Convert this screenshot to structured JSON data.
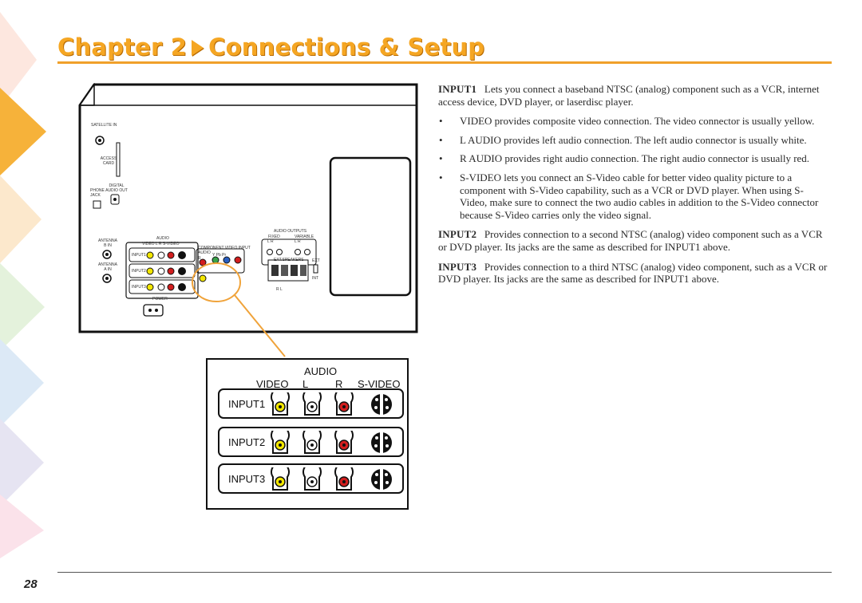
{
  "header": {
    "chapter": "Chapter 2",
    "section": "Connections & Setup",
    "accent_color": "#f5a623"
  },
  "page_number": "28",
  "body": {
    "input1_term": "INPUT1",
    "input1_text": "Lets you connect a baseband NTSC (analog) component such as a VCR, internet access device, DVD player, or laserdisc player.",
    "bullets": [
      "VIDEO provides composite video connection. The video connector is usually yellow.",
      "L AUDIO provides left audio connection. The left audio connector is usually white.",
      "R AUDIO provides right audio connection. The right audio connector is usually red.",
      "S-VIDEO lets you connect an S-Video cable for better video quality picture to a component with S-Video capability, such as a VCR or DVD player. When using S-Video, make sure to connect the two audio cables in addition to the S-Video connector because S-Video carries only the video signal."
    ],
    "bullet_symbol": "•",
    "input2_term": "INPUT2",
    "input2_text": "Provides connection to a second NTSC (analog) video component such as a VCR or DVD player. Its jacks are the same as described for INPUT1 above.",
    "input3_term": "INPUT3",
    "input3_text": "Provides connection to a third NTSC (analog) video component, such as a VCR or DVD player. Its jacks are the same as described for INPUT1 above."
  },
  "back_panel": {
    "satellite_in": "SATELLITE IN",
    "access_card": "ACCESS CARD",
    "phone_jack": "PHONE JACK",
    "digital_audio_out": "DIGITAL AUDIO OUT",
    "antenna_b_in": "ANTENNA B IN",
    "antenna_a_in": "ANTENNA A IN",
    "audio": "AUDIO",
    "video_l_r_svideo": "VIDEO   L    R   S-VIDEO",
    "input1": "INPUT1",
    "input2": "INPUT2",
    "input3": "INPUT3",
    "component_video_input": "COMPONENT VIDEO INPUT",
    "component_audio": "AUDIO",
    "component_y_pb_pr": "Y    Pb    Pr",
    "component_l": "L",
    "component_r": "R",
    "audio_outputs": "AUDIO OUTPUTS",
    "fixed": "FIXED",
    "variable": "VARIABLE",
    "l_r_fixed": "L    R",
    "l_r_variable": "L    R",
    "ext_speakers": "EXT.SPEAKERS",
    "ext": "EXT",
    "int": "INT",
    "speaker_r_l": "R               L",
    "power": "POWER"
  },
  "zoom_panel": {
    "audio": "AUDIO",
    "video": "VIDEO",
    "l": "L",
    "r": "R",
    "svideo": "S-VIDEO",
    "rows": [
      "INPUT1",
      "INPUT2",
      "INPUT3"
    ],
    "colors": {
      "video": "#f2e600",
      "l_audio": "#ffffff",
      "r_audio": "#d21e1e"
    }
  }
}
